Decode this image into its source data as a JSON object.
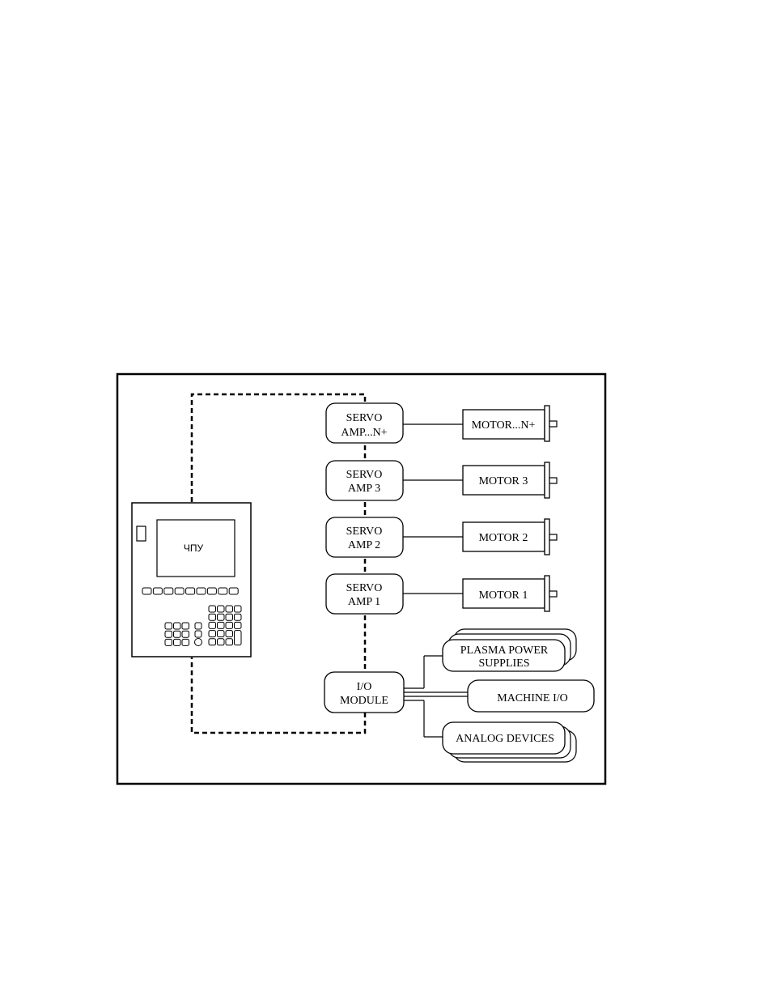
{
  "cnc": {
    "screen_label": "ЧПУ"
  },
  "servo_amps": [
    {
      "id": "n",
      "line1": "SERVO",
      "line2": "AMP...N+"
    },
    {
      "id": "3",
      "line1": "SERVO",
      "line2": "AMP 3"
    },
    {
      "id": "2",
      "line1": "SERVO",
      "line2": "AMP 2"
    },
    {
      "id": "1",
      "line1": "SERVO",
      "line2": "AMP 1"
    }
  ],
  "motors": [
    {
      "id": "n",
      "label": "MOTOR...N+"
    },
    {
      "id": "3",
      "label": "MOTOR 3"
    },
    {
      "id": "2",
      "label": "MOTOR 2"
    },
    {
      "id": "1",
      "label": "MOTOR 1"
    }
  ],
  "io_module": {
    "line1": "I/O",
    "line2": "MODULE"
  },
  "io_devices": {
    "plasma": {
      "line1": "PLASMA POWER",
      "line2": "SUPPLIES"
    },
    "machine_io": {
      "label": "MACHINE I/O"
    },
    "analog": {
      "label": "ANALOG DEVICES"
    }
  }
}
